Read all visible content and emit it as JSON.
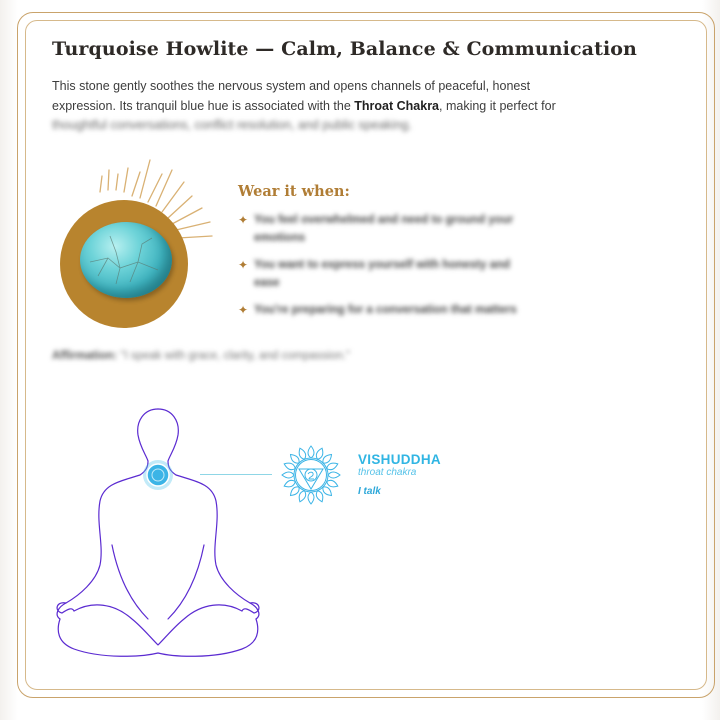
{
  "title": "Turquoise Howlite — Calm, Balance & Communication",
  "intro": {
    "line1": "This stone gently soothes the nervous system and opens channels of peaceful, honest",
    "line2_start": "expression. Its tranquil blue hue is associated with the ",
    "line2_bold": "Throat Chakra",
    "line2_end": ", making it perfect for",
    "line3": "thoughtful conversations, conflict resolution, and public speaking."
  },
  "wear": {
    "title": "Wear it when:",
    "items": [
      "You feel overwhelmed and need to ground your emotions",
      "You want to express yourself with honesty and ease",
      "You're preparing for a conversation that matters"
    ]
  },
  "affirmation": {
    "label": "Affirmation:",
    "text": "\"I speak with grace, clarity, and compassion.\""
  },
  "chakra": {
    "name": "VISHUDDHA",
    "subtitle": "throat chakra",
    "mantra": "I talk"
  },
  "colors": {
    "gold": "#b07d35",
    "turquoise": "#3fb3bf",
    "chakra_blue": "#30b5e3",
    "outline_purple": "#5b2bd1"
  }
}
